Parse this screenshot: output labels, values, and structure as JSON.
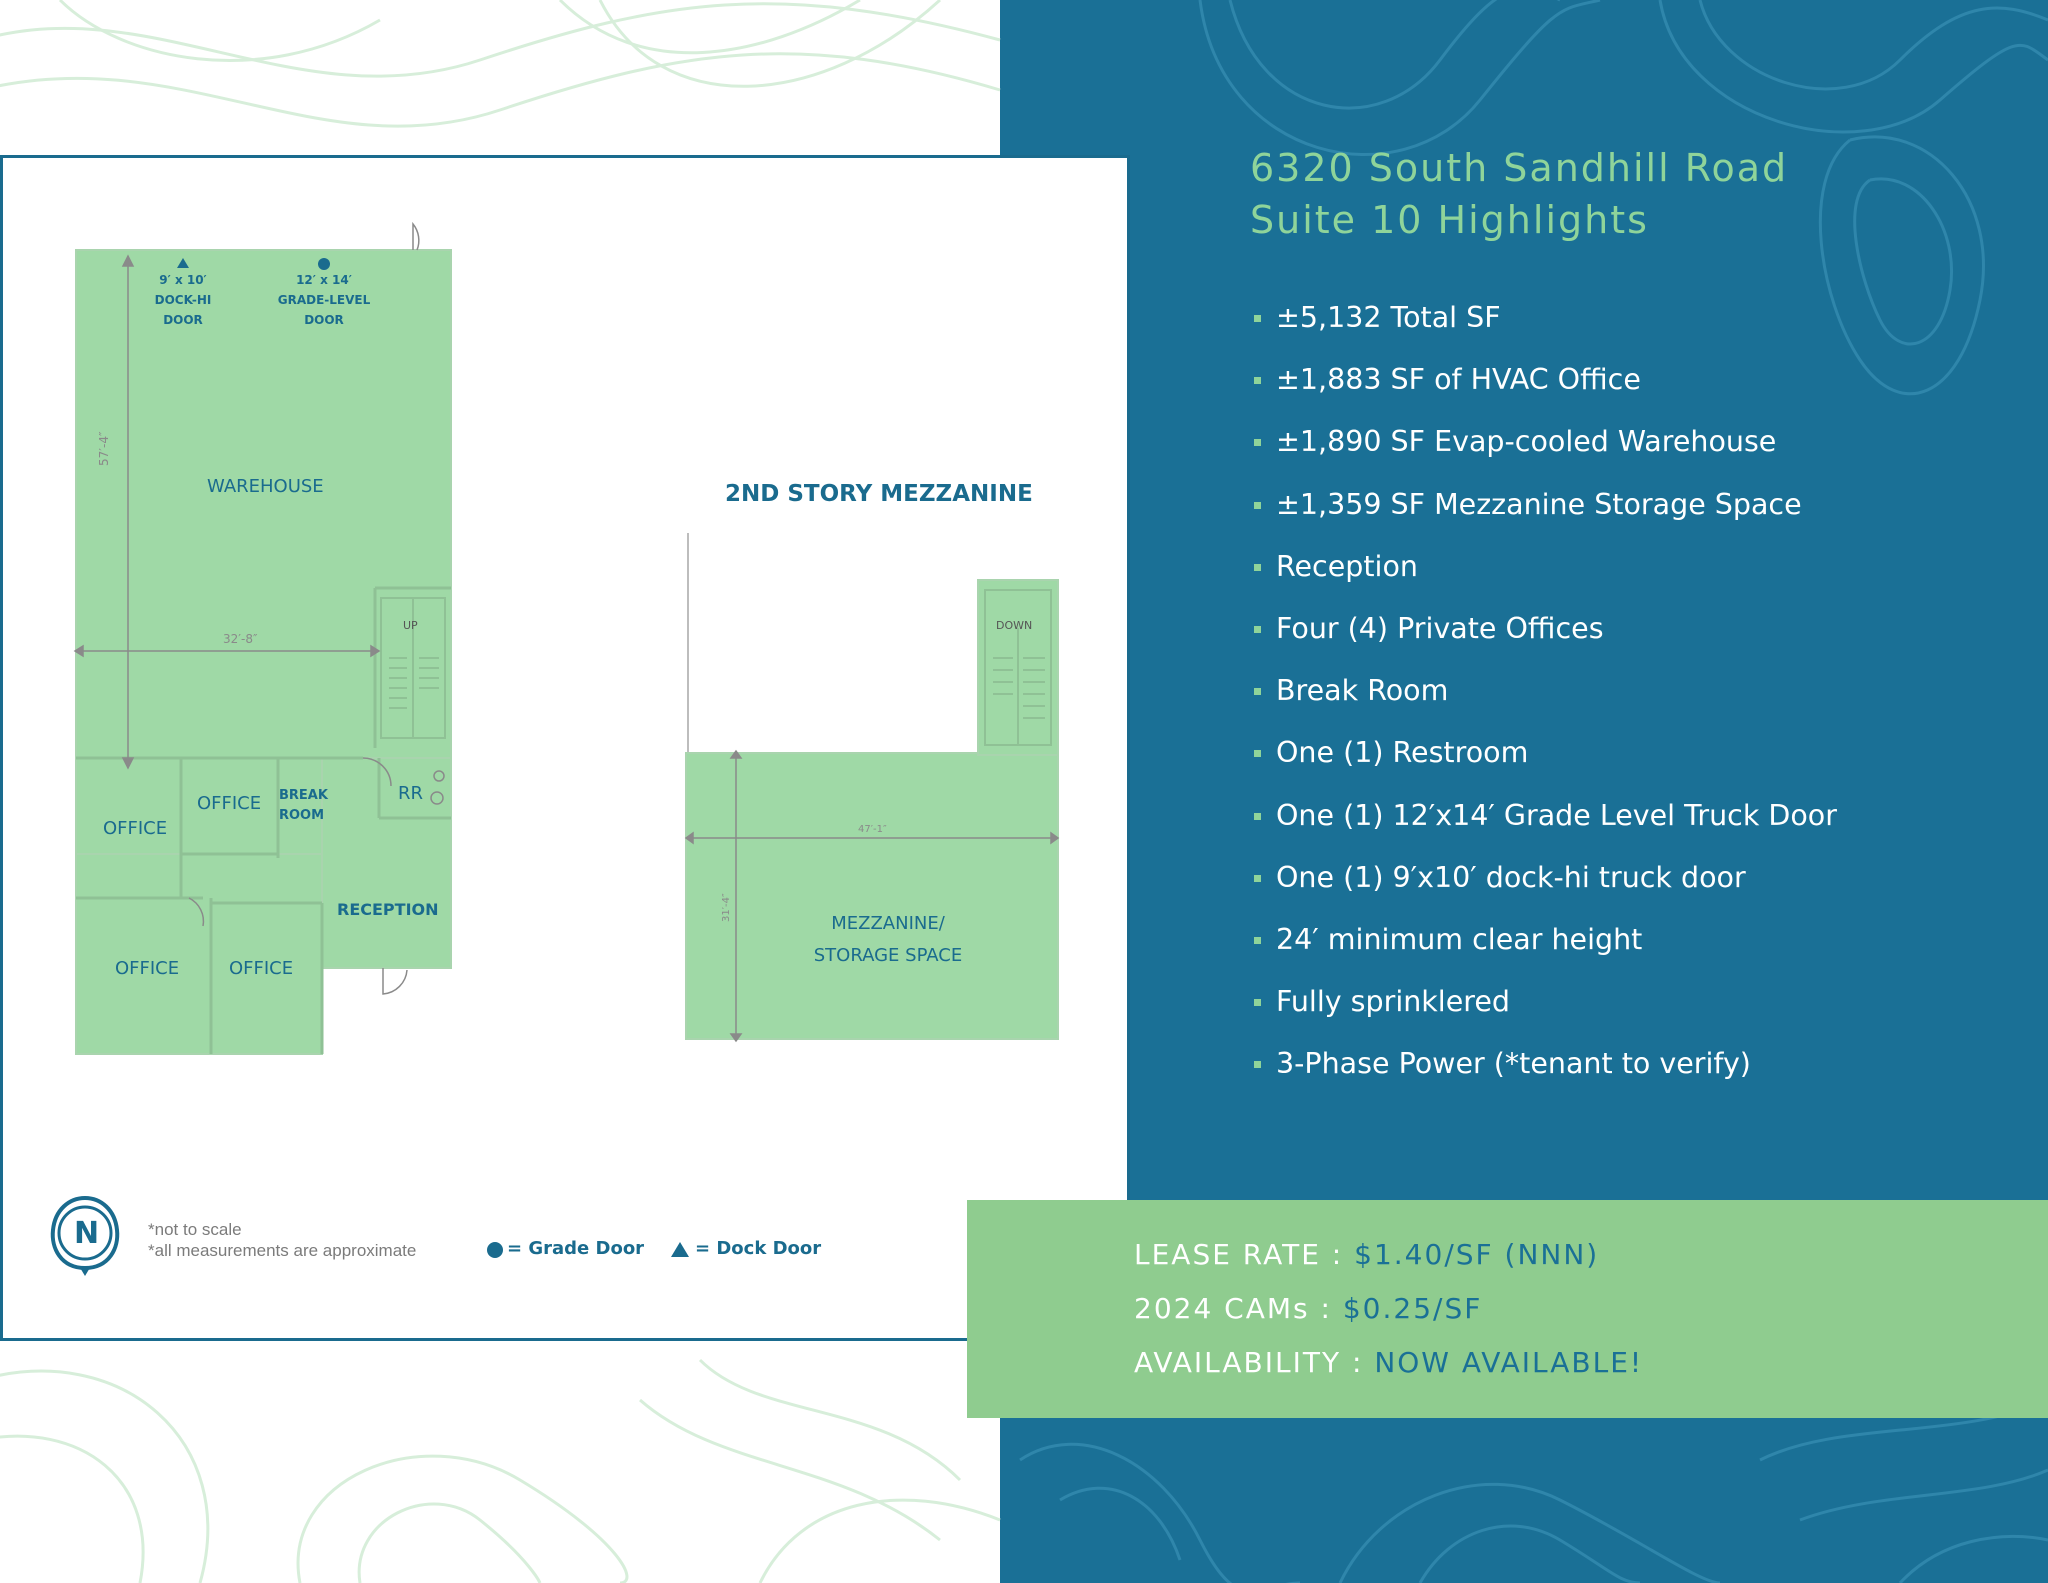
{
  "brand": {
    "dark_blue": "#1a7096",
    "light_green": "#8fd49a",
    "plan_fill": "#9fd9a6",
    "lease_box": "#8fcc8f",
    "logo_letter": "N"
  },
  "highlights": {
    "title_line1": "6320 South Sandhill Road",
    "title_line2": "Suite 10 Highlights",
    "items": [
      "±5,132 Total SF",
      "±1,883 SF of HVAC Office",
      "±1,890 SF Evap-cooled Warehouse",
      "±1,359 SF Mezzanine Storage Space",
      "Reception",
      "Four (4) Private Offices",
      "Break Room",
      "One (1) Restroom",
      "One (1) 12′x14′ Grade Level Truck Door",
      "One (1) 9′x10′ dock-hi truck door",
      "24′ minimum clear height",
      "Fully sprinklered",
      "3-Phase Power (*tenant to verify)"
    ]
  },
  "lease": {
    "rate_label": "LEASE RATE :",
    "rate_value": "$1.40/SF (NNN)",
    "cams_label": "2024 CAMs :",
    "cams_value": "$0.25/SF",
    "availability_label": "AVAILABILITY :",
    "availability_value": "NOW AVAILABLE!"
  },
  "floor_plan": {
    "dock_door_line1": "9′ x 10′",
    "dock_door_line2": "DOCK-HI",
    "dock_door_line3": "DOOR",
    "grade_door_line1": "12′ x 14′",
    "grade_door_line2": "GRADE-LEVEL",
    "grade_door_line3": "DOOR",
    "warehouse": "WAREHOUSE",
    "dim_height": "57′-4″",
    "dim_width": "32′-8″",
    "stair_up": "UP",
    "office_1": "OFFICE",
    "office_2": "OFFICE",
    "break_room_line1": "BREAK",
    "break_room_line2": "ROOM",
    "restroom": "RR",
    "reception": "RECEPTION",
    "office_3": "OFFICE",
    "office_4": "OFFICE",
    "mezz_title": "2ND STORY MEZZANINE",
    "stair_down": "DOWN",
    "mezz_dim_width": "47′-1″",
    "mezz_dim_height": "31′-4″",
    "mezz_label_line1": "MEZZANINE/",
    "mezz_label_line2": "STORAGE SPACE"
  },
  "notes": {
    "not_to_scale": "*not to scale",
    "approx": "*all measurements are approximate",
    "grade_door": "= Grade Door",
    "dock_door": "= Dock Door"
  }
}
